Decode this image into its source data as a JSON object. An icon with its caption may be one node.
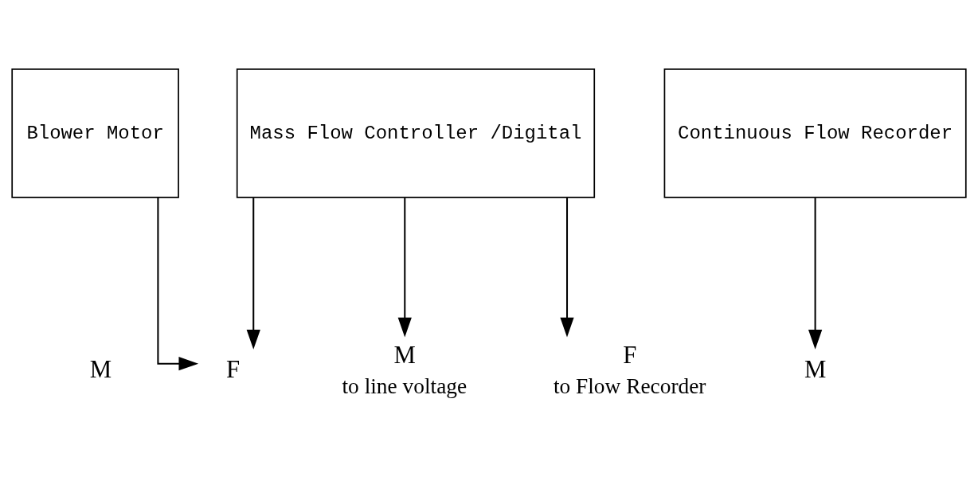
{
  "diagram": {
    "nodes": [
      {
        "text": [
          "Blower Motor"
        ]
      },
      {
        "text": [
          "Mass Flow Controller /Digital"
        ]
      },
      {
        "text": [
          "Continuous Flow Recorder"
        ]
      },
      {
        "text": [
          "M"
        ]
      },
      {
        "text": [
          "F"
        ]
      },
      {
        "text": [
          "M"
        ],
        "beside": [
          "to line voltage"
        ]
      },
      {
        "text": [
          "F"
        ],
        "beside": [
          "to Flow Recorder"
        ]
      },
      {
        "text": [
          "M"
        ]
      }
    ],
    "edges": [
      {
        "from": 0,
        "to": 4,
        "arrow": "to"
      },
      {
        "from": 1,
        "to": 4,
        "arrow": "to"
      },
      {
        "from": 1,
        "to": 5,
        "arrow": "to"
      },
      {
        "from": 1,
        "to": 6,
        "arrow": "to"
      },
      {
        "from": 2,
        "to": 7,
        "arrow": "to"
      }
    ]
  }
}
